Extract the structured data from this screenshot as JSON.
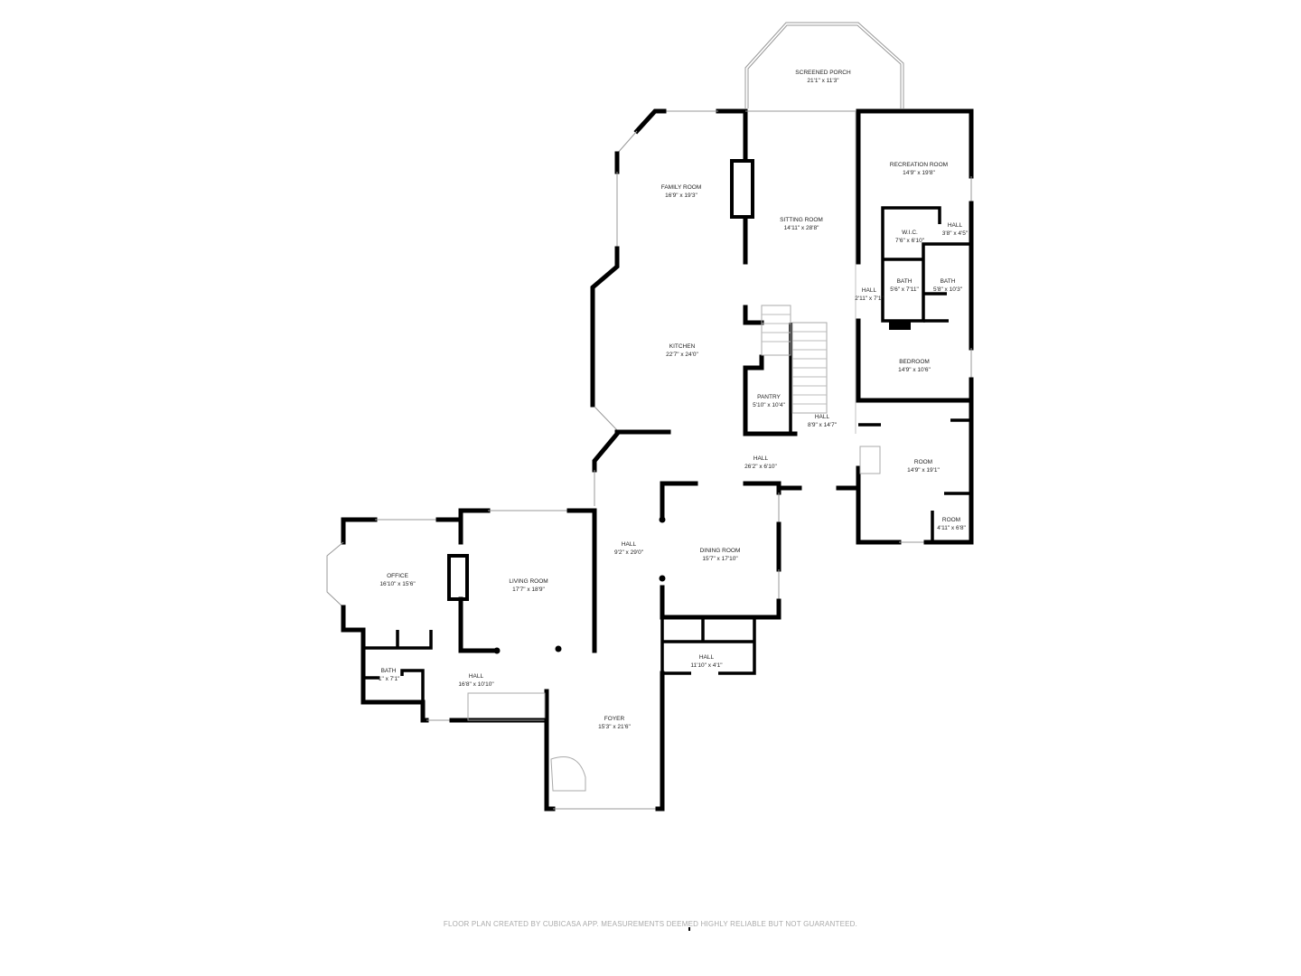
{
  "rooms": [
    {
      "name": "SCREENED PORCH",
      "dims": "21'1\" x 11'3\""
    },
    {
      "name": "FAMILY ROOM",
      "dims": "16'9\" x 19'3\""
    },
    {
      "name": "SITTING ROOM",
      "dims": "14'11\" x 28'8\""
    },
    {
      "name": "RECREATION ROOM",
      "dims": "14'9\" x 19'8\""
    },
    {
      "name": "W.I.C.",
      "dims": "7'6\" x 6'10\""
    },
    {
      "name": "HALL",
      "dims": "3'8\" x 4'5\""
    },
    {
      "name": "BATH",
      "dims": "5'6\" x 7'11\""
    },
    {
      "name": "BATH",
      "dims": "5'8\" x 10'3\""
    },
    {
      "name": "HALL",
      "dims": "2'11\" x 7'1\""
    },
    {
      "name": "BEDROOM",
      "dims": "14'9\" x 10'6\""
    },
    {
      "name": "KITCHEN",
      "dims": "22'7\" x 24'0\""
    },
    {
      "name": "PANTRY",
      "dims": "5'10\" x 10'4\""
    },
    {
      "name": "HALL",
      "dims": "8'9\" x 14'7\""
    },
    {
      "name": "HALL",
      "dims": "26'2\" x 6'10\""
    },
    {
      "name": "ROOM",
      "dims": "14'9\" x 19'1\""
    },
    {
      "name": "ROOM",
      "dims": "4'11\" x 6'8\""
    },
    {
      "name": "HALL",
      "dims": "9'2\" x 29'0\""
    },
    {
      "name": "DINING ROOM",
      "dims": "15'7\" x 17'10\""
    },
    {
      "name": "OFFICE",
      "dims": "16'10\" x 15'6\""
    },
    {
      "name": "LIVING ROOM",
      "dims": "17'7\" x 18'9\""
    },
    {
      "name": "BATH",
      "dims": "'1\" x 7'1\""
    },
    {
      "name": "HALL",
      "dims": "16'8\" x 10'10\""
    },
    {
      "name": "HALL",
      "dims": "11'10\" x 4'1\""
    },
    {
      "name": "FOYER",
      "dims": "15'3\" x 21'6\""
    }
  ],
  "footer": "FLOOR PLAN CREATED BY CUBICASA APP. MEASUREMENTS DEEMED HIGHLY RELIABLE BUT NOT GUARANTEED."
}
